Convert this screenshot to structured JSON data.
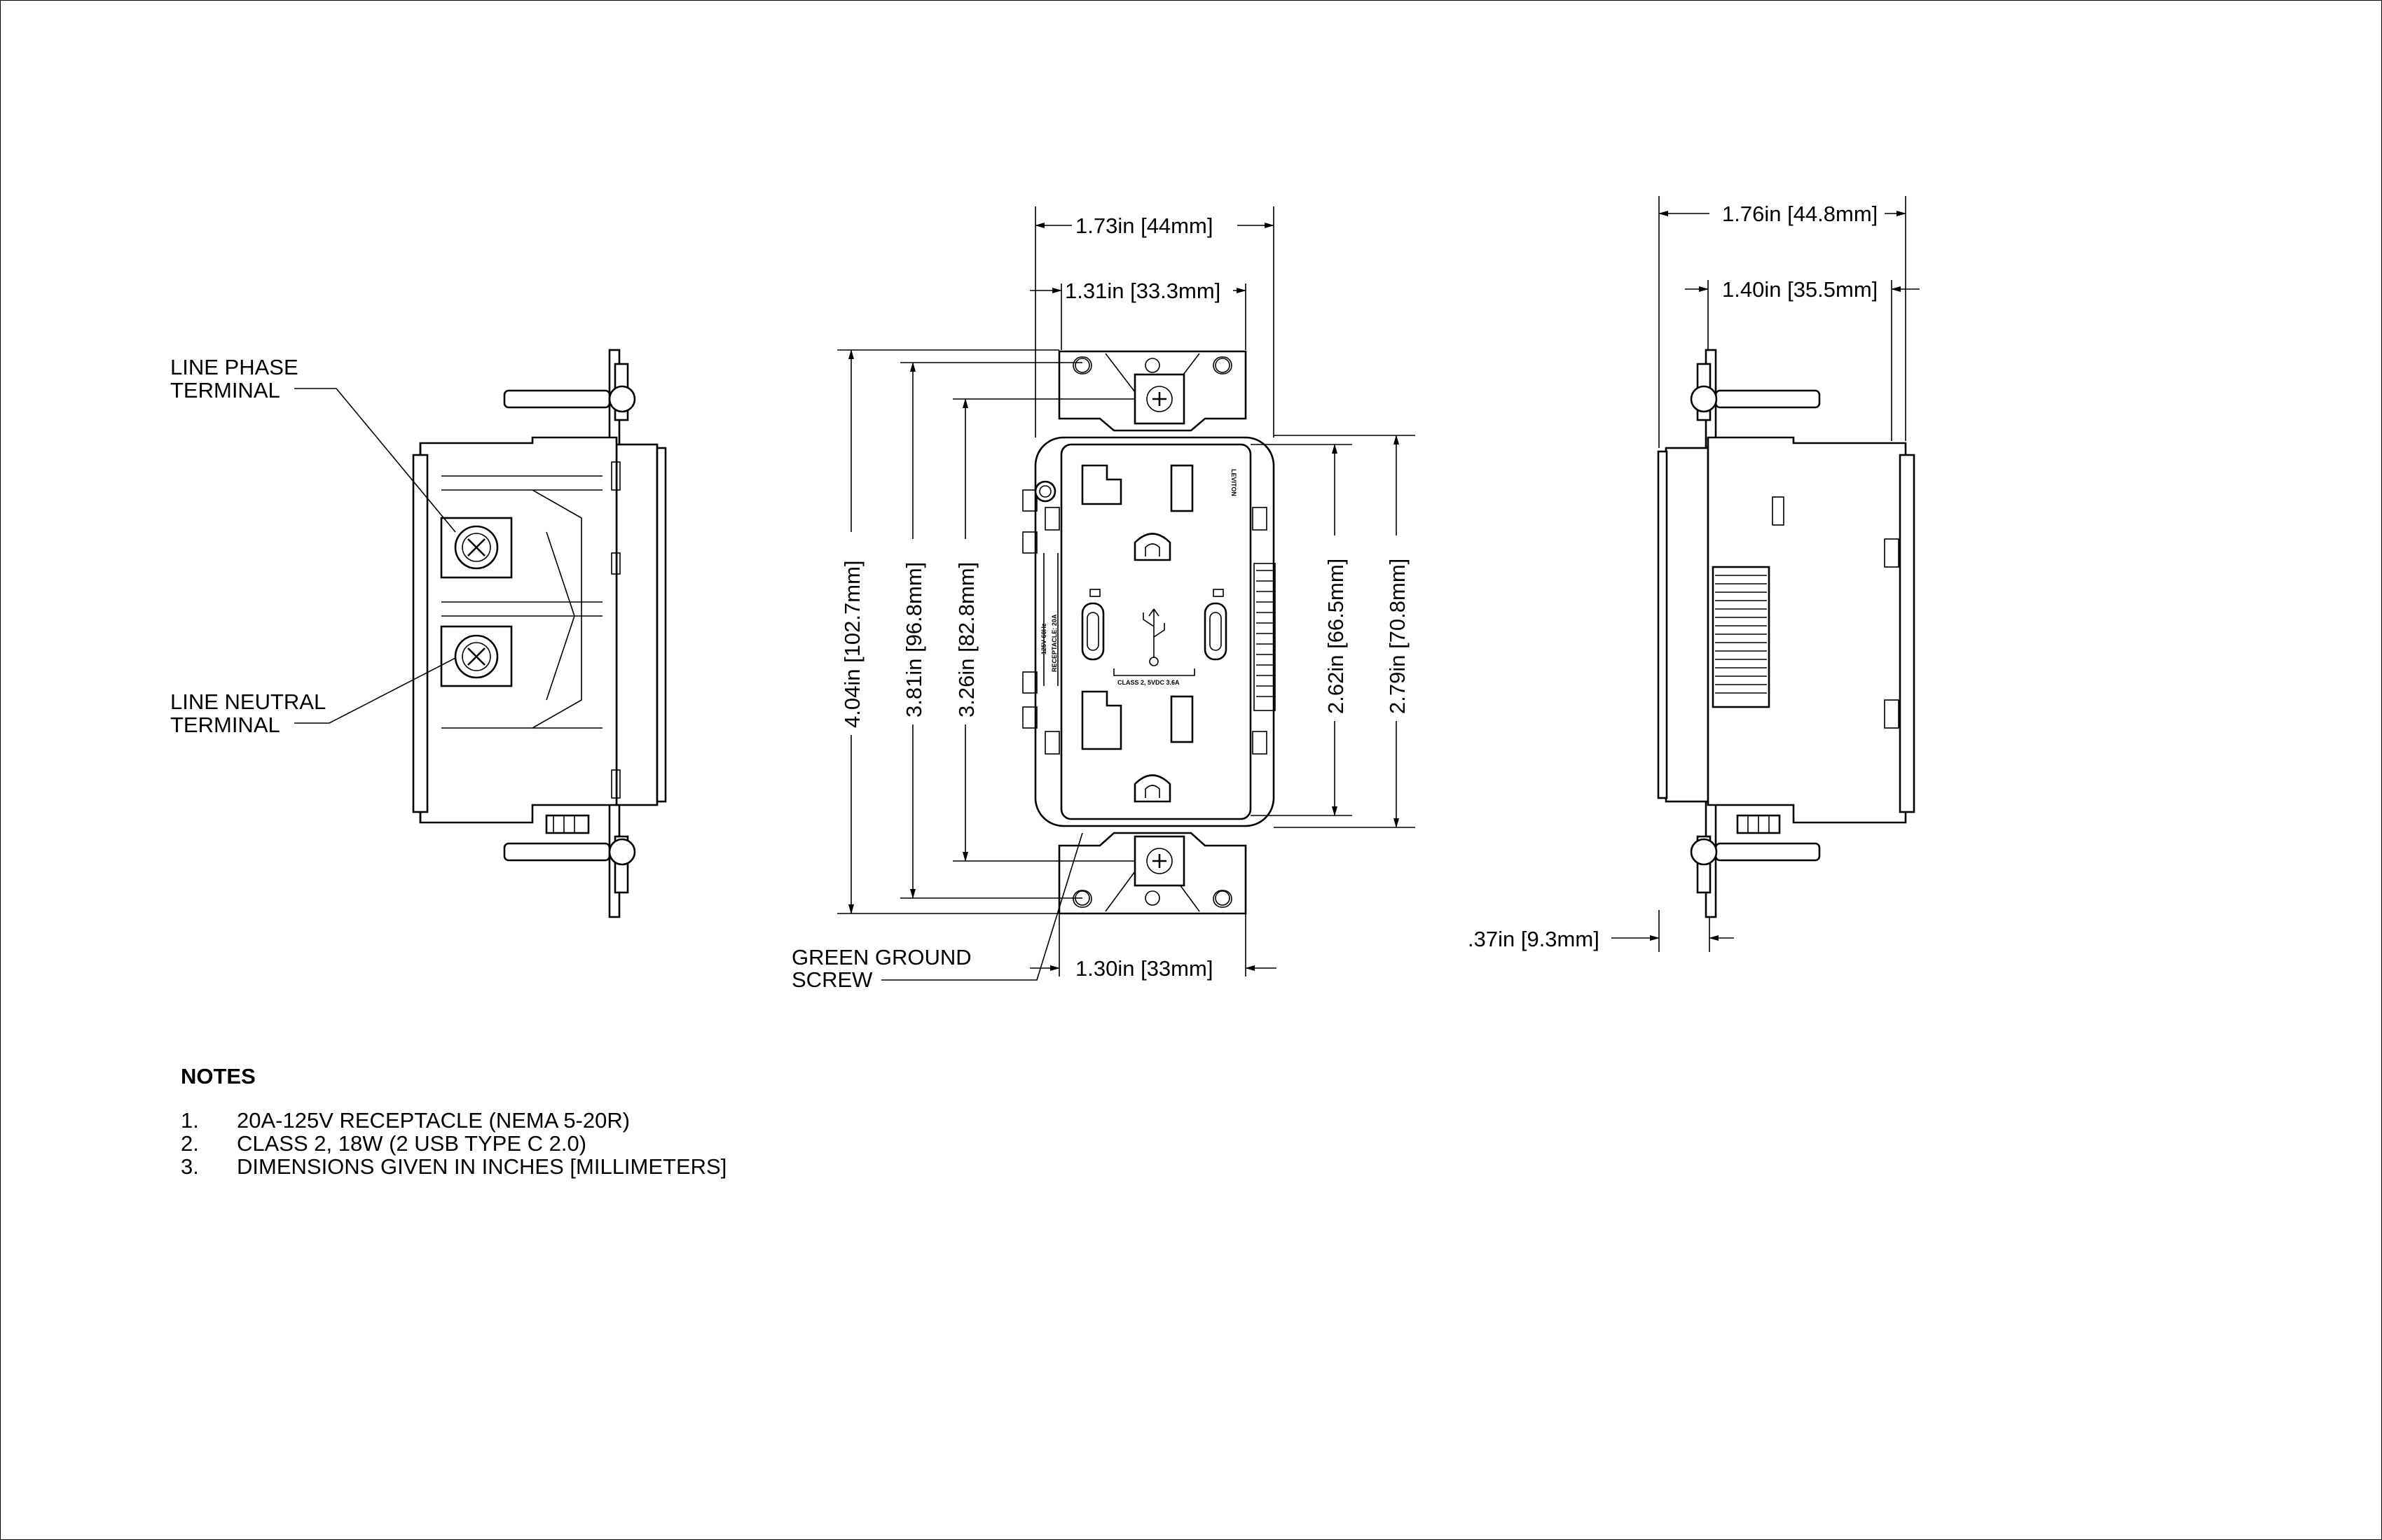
{
  "labels": {
    "line_phase": [
      "LINE PHASE",
      "TERMINAL"
    ],
    "line_neutral": [
      "LINE NEUTRAL",
      "TERMINAL"
    ],
    "green_ground": [
      "GREEN GROUND",
      "SCREW"
    ]
  },
  "dimensions": {
    "front_width_total": "1.73in [44mm]",
    "front_width_inner": "1.31in [33.3mm]",
    "front_width_bottom": "1.30in [33mm]",
    "height_total": "4.04in [102.7mm]",
    "height_mount": "3.81in [96.8mm]",
    "height_inner": "3.26in [82.8mm]",
    "face_height": "2.62in [66.5mm]",
    "face_height_outer": "2.79in [70.8mm]",
    "side_depth_total": "1.76in [44.8mm]",
    "side_depth_inner": "1.40in [35.5mm]",
    "side_strap": ".37in [9.3mm]"
  },
  "device_marks": {
    "brand": "LEVITON",
    "receptacle_rating": "RECEPTACLE: 20A",
    "voltage_rating": "125V 60Hz",
    "usb_class": "CLASS 2, 5VDC 3.6A"
  },
  "notes": {
    "title": "NOTES",
    "items": [
      {
        "num": "1.",
        "text": "20A-125V RECEPTACLE (NEMA 5-20R)"
      },
      {
        "num": "2.",
        "text": "CLASS 2, 18W (2 USB TYPE C 2.0)"
      },
      {
        "num": "3.",
        "text": "DIMENSIONS GIVEN IN INCHES [MILLIMETERS]"
      }
    ]
  }
}
